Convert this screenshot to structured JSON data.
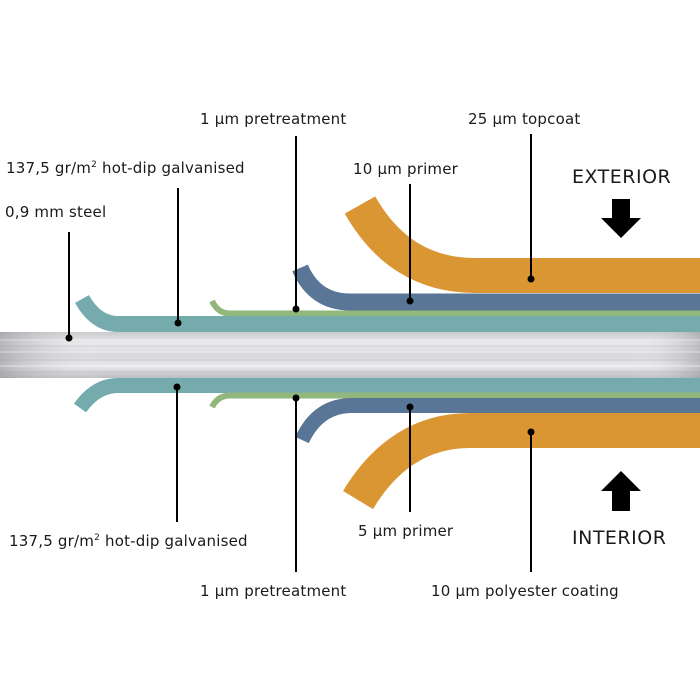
{
  "colors": {
    "topcoat": "#DB9634",
    "primer": "#5A7696",
    "pretreatment": "#92B77C",
    "galvanised": "#76ABAD",
    "steel_light": "#EDEDF0",
    "steel_dark": "#9A9BA0",
    "leader": "#000000"
  },
  "labels": {
    "steel": "0,9 mm steel",
    "galv_top_prefix": "137,5 gr/m",
    "galv_top_sup": "2",
    "galv_top_suffix": " hot-dip galvanised",
    "pretreat_top": "1 µm pretreatment",
    "primer_top": "10 µm primer",
    "topcoat": "25 µm topcoat",
    "galv_bottom_prefix": "137,5 gr/m",
    "galv_bottom_sup": "2",
    "galv_bottom_suffix": " hot-dip galvanised",
    "pretreat_bottom": "1 µm pretreatment",
    "primer_bottom": "5 µm primer",
    "polyester": "10 µm polyester coating"
  },
  "sides": {
    "exterior": "EXTERIOR",
    "interior": "INTERIOR",
    "exterior_icon": "arrow-down-icon",
    "interior_icon": "arrow-up-icon"
  }
}
